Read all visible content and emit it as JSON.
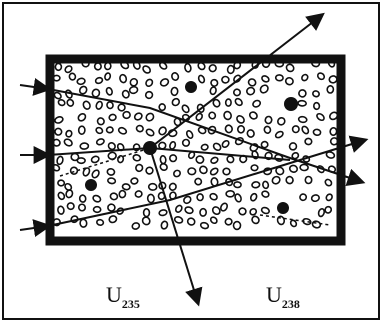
{
  "diagram": {
    "labels": {
      "left": {
        "symbol": "U",
        "mass_number": "235"
      },
      "right": {
        "symbol": "U",
        "mass_number": "238"
      }
    },
    "legend": {
      "small_ring": "hollow-circle-icon",
      "large_dot": "filled-circle-icon"
    },
    "colors": {
      "ink": "#111111",
      "background": "#ffffff"
    }
  }
}
